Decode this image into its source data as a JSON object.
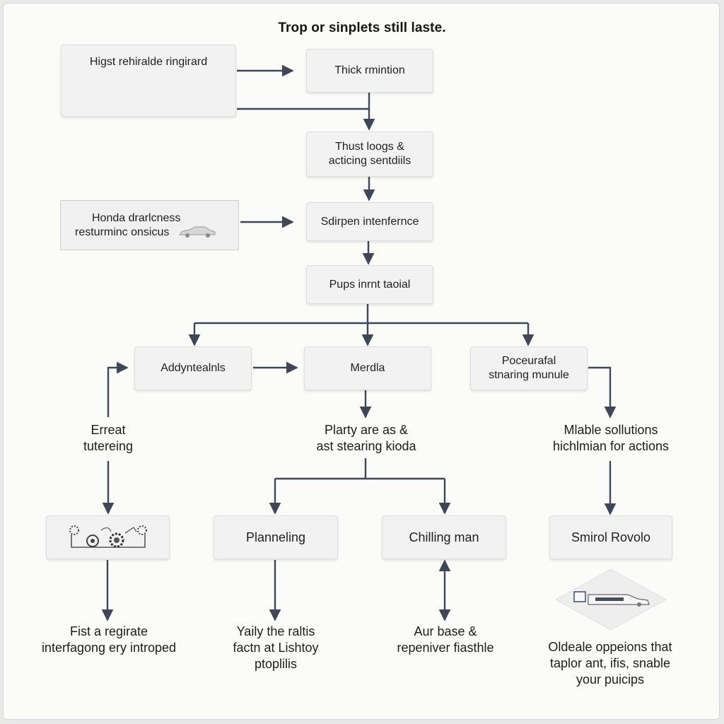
{
  "title": "Trop or sinplets still laste.",
  "boxes": {
    "top_left": "Higst rehiralde ringirard",
    "thick": "Thick rmintion",
    "thust": [
      "Thust loogs &",
      "acticing sentdiils"
    ],
    "honda": [
      "Honda drarlcness",
      "resturminc onsicus"
    ],
    "sdirpen": "Sdirpen intenfernce",
    "pups": "Pups inrnt taoial",
    "addynte": "Addyntealnls",
    "merdla": "Merdla",
    "poceurafa": [
      "Poceurafal",
      "stnaring munule"
    ],
    "planneling": "Planneling",
    "chilling": "Chilling man",
    "smirol": "Smirol Rovolo"
  },
  "labels": {
    "erreat": [
      "Erreat",
      "tutereing"
    ],
    "plarty": [
      "Plarty are as &",
      "ast stearing kioda"
    ],
    "mlable": [
      "Mlable sollutions",
      "hichlmian for actions"
    ],
    "fist": [
      "Fist a regirate",
      "interfagong ery introped"
    ],
    "yaily": [
      "Yaily the raltis",
      "factn at Lishtoy",
      "ptoplilis"
    ],
    "aur": [
      "Aur base &",
      "repeniver fiasthle"
    ],
    "oldeale": [
      "Oldeale oppeions that",
      "taplor ant, ifis, snable",
      "your puicips"
    ]
  },
  "icons": [
    "car-icon",
    "gears-icon",
    "car-panel-icon"
  ],
  "colors": {
    "arrow": "#3f4656",
    "box_fill": "#f2f2f2",
    "background": "#fbfbfa"
  }
}
